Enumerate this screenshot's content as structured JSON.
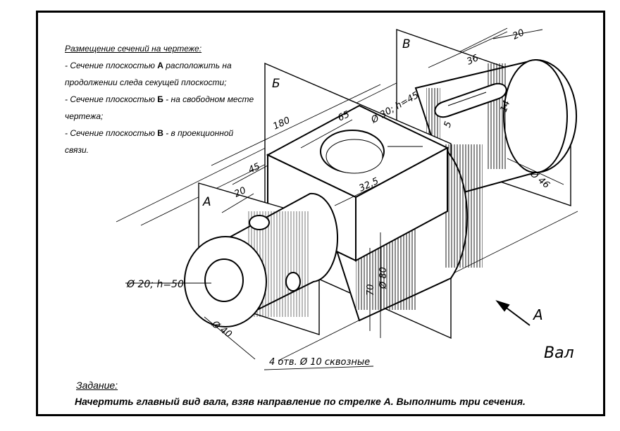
{
  "notes": {
    "heading": "Размещение сечений на чертеже:",
    "item_a_pre": "- Сечение плоскостью ",
    "item_a_letter": "А",
    "item_a_post": " расположить на продолжении следа секущей плоскости;",
    "item_b_pre": "- Сечение плоскостью ",
    "item_b_letter": "Б",
    "item_b_post": " - на свободном месте чертежа;",
    "item_c_pre": "- Сечение плоскостью ",
    "item_c_letter": "В",
    "item_c_post": " - в проекционной связи."
  },
  "task": {
    "heading": "Задание:",
    "text": "Начертить главный вид вала, взяв направление по стрелке А.  Выполнить три сечения."
  },
  "drawing": {
    "part_name": "Вал",
    "arrow_label": "А",
    "plane_labels": [
      "А",
      "Б",
      "В"
    ],
    "dimensions": {
      "d20": "Ø 20; h=50",
      "d40": "Ø 40",
      "holes": "4 отв. Ø 10 сквозные",
      "d30": "Ø 30; h=45",
      "d46": "Ø 46",
      "d80": "Ø 80",
      "l180": "180",
      "l65": "65",
      "l45": "45",
      "l20a": "20",
      "l20b": "20",
      "l36": "36",
      "l14": "14",
      "l5": "5",
      "l32_5": "32,5",
      "l70": "70"
    }
  }
}
